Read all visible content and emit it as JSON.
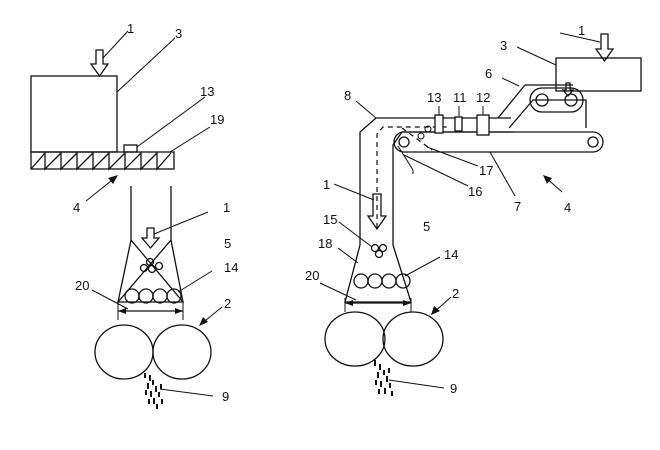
{
  "left_figure": {
    "labels": {
      "material_top": "1",
      "bin": "3",
      "sensor": "13",
      "screw_conveyor": "19",
      "feed_unit": "4",
      "material_chute": "1",
      "hopper": "5",
      "balls": "14",
      "gap_width": "20",
      "rollers": "2",
      "product": "9"
    }
  },
  "right_figure": {
    "labels": {
      "material_top": "1",
      "bin": "3",
      "guide": "6",
      "chute": "8",
      "sensor_13": "13",
      "sensor_11": "11",
      "sensor_12": "12",
      "flap": "17",
      "scraper": "16",
      "belt": "7",
      "feed_unit": "4",
      "material_chute": "1",
      "small_balls": "15",
      "hopper": "5",
      "hopper_body": "18",
      "balls": "14",
      "gap_width": "20",
      "rollers": "2",
      "product": "9"
    }
  }
}
